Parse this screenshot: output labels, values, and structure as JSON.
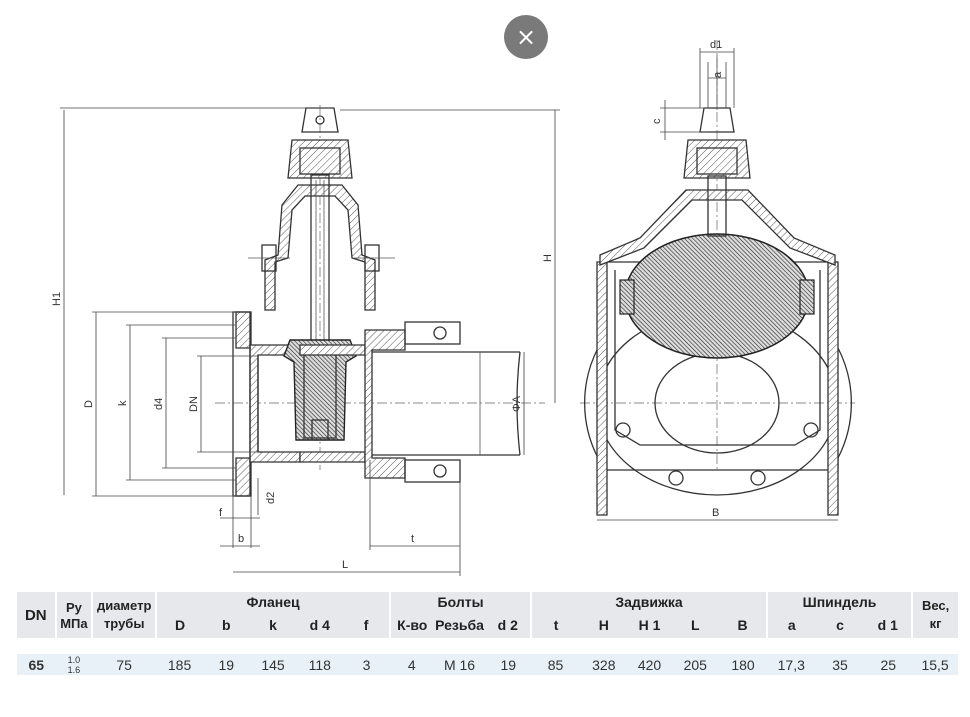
{
  "close_icon": "×",
  "drawing": {
    "labels": {
      "H1": "H1",
      "D": "D",
      "k": "k",
      "d4": "d4",
      "DN": "DN",
      "d2": "d2",
      "f": "f",
      "b": "b",
      "L": "L",
      "t": "t",
      "H": "H",
      "phiA": "ΦA",
      "d1": "d1",
      "a": "a",
      "c": "c",
      "B": "B"
    }
  },
  "table": {
    "groups": {
      "dn": "DN",
      "py": "Pу",
      "py_unit": "МПа",
      "pipe_line1": "диаметр",
      "pipe_line2": "трубы",
      "flange": "Фланец",
      "bolts": "Болты",
      "valve": "Задвижка",
      "spindle": "Шпиндель",
      "weight_line1": "Вес,",
      "weight_line2": "кг"
    },
    "sub": {
      "D": "D",
      "b": "b",
      "k": "k",
      "d4": "d 4",
      "f": "f",
      "count": "К-во",
      "thread": "Резьба",
      "d2": "d 2",
      "t": "t",
      "H": "H",
      "H1": "H 1",
      "L": "L",
      "B": "B",
      "a": "a",
      "c": "c",
      "d1": "d 1"
    },
    "row": {
      "dn": "65",
      "py1": "1.0",
      "py2": "1.6",
      "pipe": "75",
      "D": "185",
      "b": "19",
      "k": "145",
      "d4": "118",
      "f": "3",
      "count": "4",
      "thread": "М 16",
      "d2": "19",
      "t": "85",
      "H": "328",
      "H1": "420",
      "L": "205",
      "B": "180",
      "a": "17,3",
      "c": "35",
      "d1": "25",
      "weight": "15,5"
    }
  }
}
